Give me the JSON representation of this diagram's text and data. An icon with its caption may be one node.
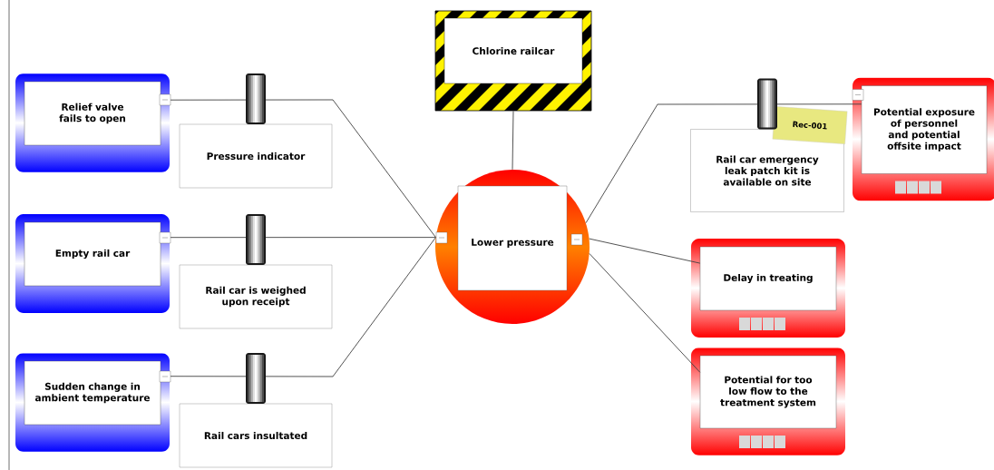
{
  "diagram": {
    "nodes": [
      {
        "text": [
          "Chlorine railcar"
        ]
      },
      {
        "text": [
          "Lower pressure"
        ]
      },
      {
        "text": [
          "Relief valve fails to open"
        ]
      },
      {
        "text": [
          "Pressure indicator"
        ]
      },
      {
        "text": [
          "Empty rail car"
        ]
      },
      {
        "text": [
          "Rail car is weighed upon receipt"
        ]
      },
      {
        "text": [
          "Sudden change in ambient temperature"
        ]
      },
      {
        "text": [
          "Rail cars insultated"
        ]
      },
      {
        "text": [
          "Rail car emergency leak patch kit is available on site"
        ]
      },
      {
        "text": [
          "Rec-001"
        ]
      },
      {
        "text": [
          "Potential exposure of personnel and potential offsite impact"
        ]
      },
      {
        "text": [
          "Delay in treating"
        ]
      },
      {
        "text": [
          "Potential for too low flow to the treatment system"
        ]
      }
    ],
    "edges": [
      {
        "from": 0,
        "to": 1,
        "arrow": "none"
      },
      {
        "from": 2,
        "to": 1,
        "arrow": "none"
      },
      {
        "from": 4,
        "to": 1,
        "arrow": "none"
      },
      {
        "from": 6,
        "to": 1,
        "arrow": "none"
      },
      {
        "from": 1,
        "to": 10,
        "arrow": "none"
      },
      {
        "from": 1,
        "to": 11,
        "arrow": "none"
      },
      {
        "from": 1,
        "to": 12,
        "arrow": "none"
      }
    ]
  }
}
